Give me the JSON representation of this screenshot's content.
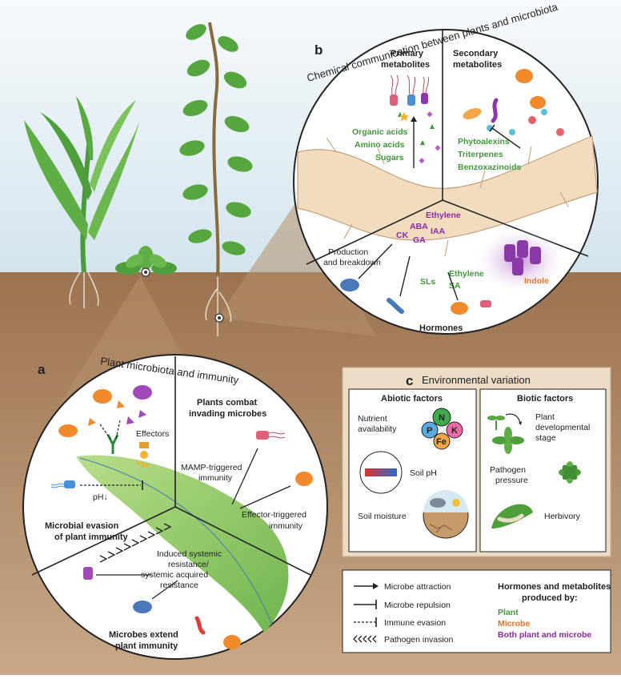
{
  "panel_b": {
    "letter": "b",
    "title": "Chemical communication between plants and microbiota",
    "primary": {
      "heading_1": "Primary",
      "heading_2": "metabolites",
      "items": [
        "Organic acids",
        "Amino acids",
        "Sugars"
      ]
    },
    "secondary": {
      "heading_1": "Secondary",
      "heading_2": "metabolites",
      "items": [
        "Phytoalexins",
        "Triterpenes",
        "Benzoxazinoids"
      ]
    },
    "hormones": {
      "heading": "Hormones",
      "plant_microbe": [
        "Ethylene",
        "ABA",
        "IAA",
        "CK",
        "GA"
      ],
      "production": [
        "Production",
        "and breakdown"
      ],
      "sls": "SLs",
      "plant_pair": [
        "Ethylene",
        "SA"
      ],
      "indole": "Indole"
    }
  },
  "panel_a": {
    "letter": "a",
    "title": "Plant microbiota and immunity",
    "effectors": "Effectors",
    "ph": "pH↓",
    "evasion": [
      "Microbial evasion",
      "of plant immunity"
    ],
    "combat": [
      "Plants combat",
      "invading microbes"
    ],
    "mamp": [
      "MAMP-triggered",
      "immunity"
    ],
    "eti": [
      "Effector-triggered",
      "immunity"
    ],
    "isr": [
      "Induced systemic",
      "resistance/",
      "systemic acquired",
      "resistance"
    ],
    "extend": [
      "Microbes extend",
      "plant immunity"
    ]
  },
  "panel_c": {
    "letter": "c",
    "title": "Environmental variation",
    "abiotic": {
      "heading": "Abiotic factors",
      "nutrient": [
        "Nutrient",
        "availability"
      ],
      "nutrients": [
        "N",
        "P",
        "K",
        "Fe"
      ],
      "soil_ph": "Soil pH",
      "soil_moisture": "Soil moisture"
    },
    "biotic": {
      "heading": "Biotic factors",
      "stage": [
        "Plant",
        "developmental",
        "stage"
      ],
      "pathogen": [
        "Pathogen",
        "pressure"
      ],
      "herbivory": "Herbivory"
    }
  },
  "legend": {
    "items": [
      "Microbe attraction",
      "Microbe repulsion",
      "Immune evasion",
      "Pathogen invasion"
    ],
    "produced_heading": [
      "Hormones and metabolites",
      "produced by:"
    ],
    "producers": [
      "Plant",
      "Microbe",
      "Both plant and microbe"
    ]
  },
  "colors": {
    "plant": "#3f9a3a",
    "microbe": "#e8741f",
    "both": "#8a2ca0",
    "sky": "#dbe8ef",
    "soil": "#a67c52"
  }
}
